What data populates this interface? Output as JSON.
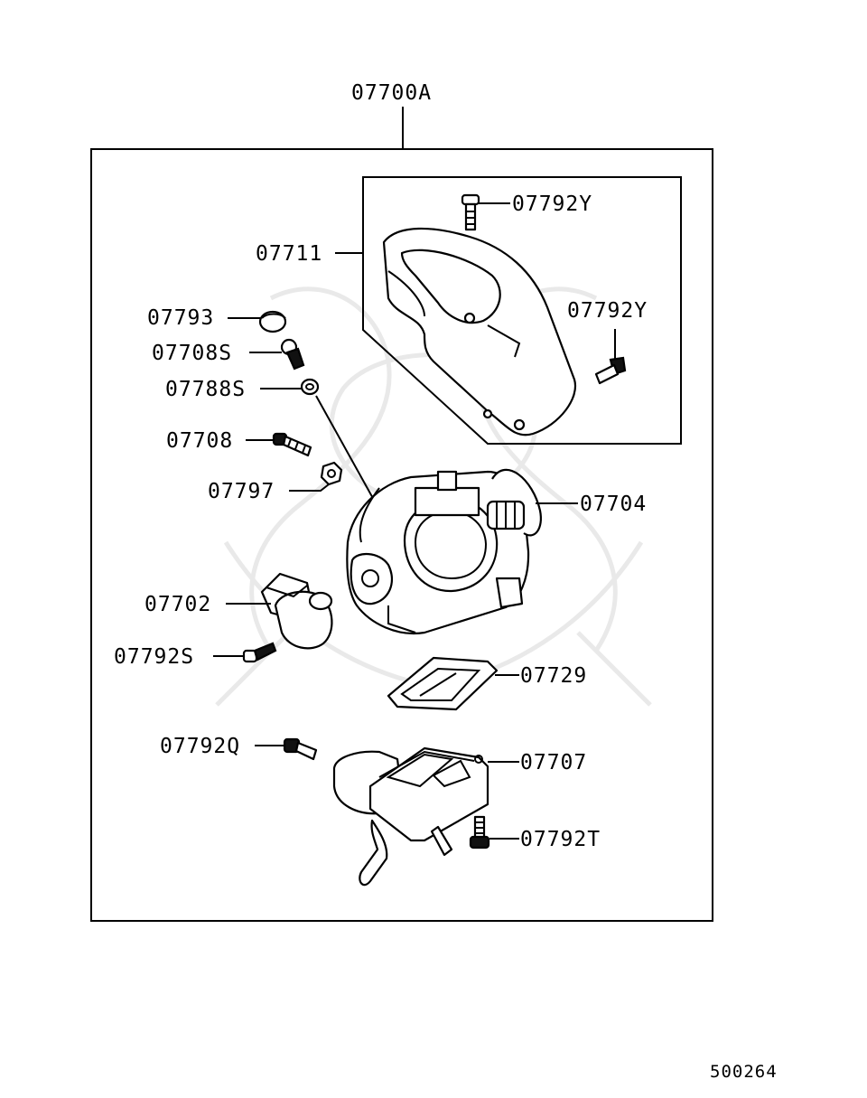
{
  "assembly_label": "07700A",
  "figure_number": "500264",
  "parts": {
    "p07792Y_top": "07792Y",
    "p07711": "07711",
    "p07792Y_right": "07792Y",
    "p07793": "07793",
    "p07708S": "07708S",
    "p07788S": "07788S",
    "p07708": "07708",
    "p07797": "07797",
    "p07704": "07704",
    "p07702": "07702",
    "p07792S": "07792S",
    "p07729": "07729",
    "p07792Q": "07792Q",
    "p07707": "07707",
    "p07792T": "07792T"
  }
}
